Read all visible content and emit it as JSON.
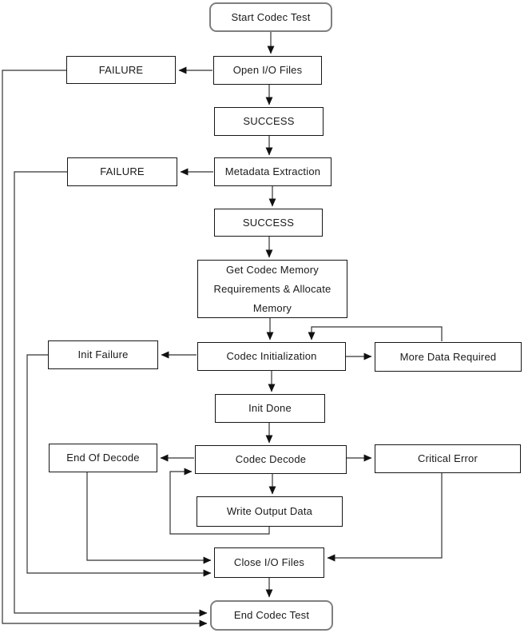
{
  "diagram": {
    "type": "flowchart",
    "nodes": {
      "start": "Start Codec Test",
      "failure_open": "FAILURE",
      "open_io": "Open I/O Files",
      "success_open": "SUCCESS",
      "metadata": "Metadata Extraction",
      "failure_metadata": "FAILURE",
      "success_metadata": "SUCCESS",
      "get_memory": "Get Codec Memory Requirements & Allocate Memory",
      "init_failure": "Init Failure",
      "codec_init": "Codec Initialization",
      "more_data": "More Data Required",
      "init_done": "Init Done",
      "end_of_decode": "End Of Decode",
      "codec_decode": "Codec Decode",
      "critical_error": "Critical Error",
      "write_output": "Write Output Data",
      "close_io": "Close I/O Files",
      "end": "End Codec Test"
    },
    "edges": [
      {
        "from": "start",
        "to": "open_io"
      },
      {
        "from": "open_io",
        "to": "failure_open"
      },
      {
        "from": "failure_open",
        "to": "end"
      },
      {
        "from": "open_io",
        "to": "success_open"
      },
      {
        "from": "success_open",
        "to": "metadata"
      },
      {
        "from": "metadata",
        "to": "failure_metadata"
      },
      {
        "from": "failure_metadata",
        "to": "end"
      },
      {
        "from": "metadata",
        "to": "success_metadata"
      },
      {
        "from": "success_metadata",
        "to": "get_memory"
      },
      {
        "from": "get_memory",
        "to": "codec_init"
      },
      {
        "from": "codec_init",
        "to": "init_failure"
      },
      {
        "from": "init_failure",
        "to": "close_io"
      },
      {
        "from": "codec_init",
        "to": "more_data"
      },
      {
        "from": "more_data",
        "to": "codec_init"
      },
      {
        "from": "codec_init",
        "to": "init_done"
      },
      {
        "from": "init_done",
        "to": "codec_decode"
      },
      {
        "from": "codec_decode",
        "to": "end_of_decode"
      },
      {
        "from": "end_of_decode",
        "to": "close_io"
      },
      {
        "from": "codec_decode",
        "to": "critical_error"
      },
      {
        "from": "critical_error",
        "to": "close_io"
      },
      {
        "from": "codec_decode",
        "to": "write_output"
      },
      {
        "from": "write_output",
        "to": "codec_decode"
      },
      {
        "from": "close_io",
        "to": "end"
      }
    ],
    "colors": {
      "background": "#ffffff",
      "node_fill": "#ffffff",
      "node_border": "#161616",
      "terminal_border": "#7f7f7f",
      "connector": "#333333",
      "text": "#1a1a1a"
    }
  }
}
